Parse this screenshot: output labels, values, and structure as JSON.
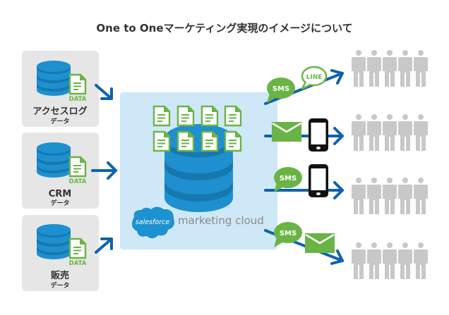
{
  "title": "One to Oneマーケティング実現のイメージについて",
  "sources": [
    {
      "label": "アクセスログ",
      "sub": "データ",
      "badge": "DATA"
    },
    {
      "label": "CRM",
      "sub": "データ",
      "badge": "DATA"
    },
    {
      "label": "販売",
      "sub": "データ",
      "badge": "DATA"
    }
  ],
  "platform": {
    "logo_text": "salesforce",
    "product": "marketing cloud"
  },
  "channels": {
    "sms": "SMS",
    "line": "LINE"
  },
  "colors": {
    "db_blue": "#1e90cf",
    "db_dark": "#1778b0",
    "panel": "#cfe8f8",
    "source_box": "#e6e6e6",
    "green": "#6ab445",
    "arrow": "#0e62ad",
    "person": "#c8c8c8",
    "logo_cloud": "#1d92d0"
  }
}
